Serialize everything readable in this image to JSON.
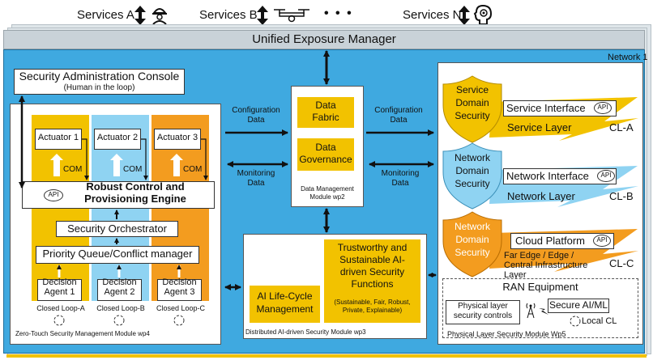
{
  "services": {
    "a": "Services A",
    "b": "Services B",
    "dots": "• • •",
    "n": "Services N"
  },
  "exposure_manager": "Unified Exposure Manager",
  "network_label": "Network 1",
  "admin_console": {
    "title": "Security Administration Console",
    "subtitle": "(Human in the loop)"
  },
  "zero_touch": {
    "actuators": [
      "Actuator 1",
      "Actuator 2",
      "Actuator 3"
    ],
    "com": "COM",
    "api": "API",
    "engine": "Robust Control and Provisioning Engine",
    "orchestrator": "Security Orchestrator",
    "priority": "Priority Queue/Conflict manager",
    "agents": [
      "Decision Agent 1",
      "Decision Agent 2",
      "Decision Agent 3"
    ],
    "loops": [
      "Closed Loop-A",
      "Closed Loop-B",
      "Closed Loop-C"
    ],
    "module": "Zero-Touch Security Management Module wp4"
  },
  "data_mgmt": {
    "config": "Configuration Data",
    "monitoring": "Monitoring Data",
    "fabric": "Data Fabric",
    "governance": "Data Governance",
    "module": "Data Management Module wp2"
  },
  "distributed": {
    "lifecycle": "AI Life-Cycle Management",
    "trust_title": "Trustworthy and Sustainable AI-driven Security Functions",
    "trust_sub": "(Sustainable, Fair, Robust, Private, Explainable)",
    "module": "Distributed AI-driven Security Module wp3"
  },
  "network": {
    "shields": [
      "Service Domain Security",
      "Network Domain Security",
      "Network Domain Security"
    ],
    "interfaces": [
      "Service Interface",
      "Network Interface",
      "Cloud Platform"
    ],
    "layers": [
      "Service Layer",
      "Network Layer",
      "Far Edge / Edge / Central Infrastructure Layer"
    ],
    "cl": [
      "CL-A",
      "CL-B",
      "CL-C"
    ],
    "api": "API",
    "ran_title": "RAN Equipment",
    "phy_controls": "Physical layer security controls",
    "secure_ai": "Secure AI/ML",
    "local_cl": "Local CL",
    "phy_module": "Physical Layer Security Module Wp5"
  },
  "colors": {
    "yellow": "#f2c200",
    "blue": "#8fd3f2",
    "orange": "#f39c1f",
    "network_bg": "#3fa9e0"
  }
}
